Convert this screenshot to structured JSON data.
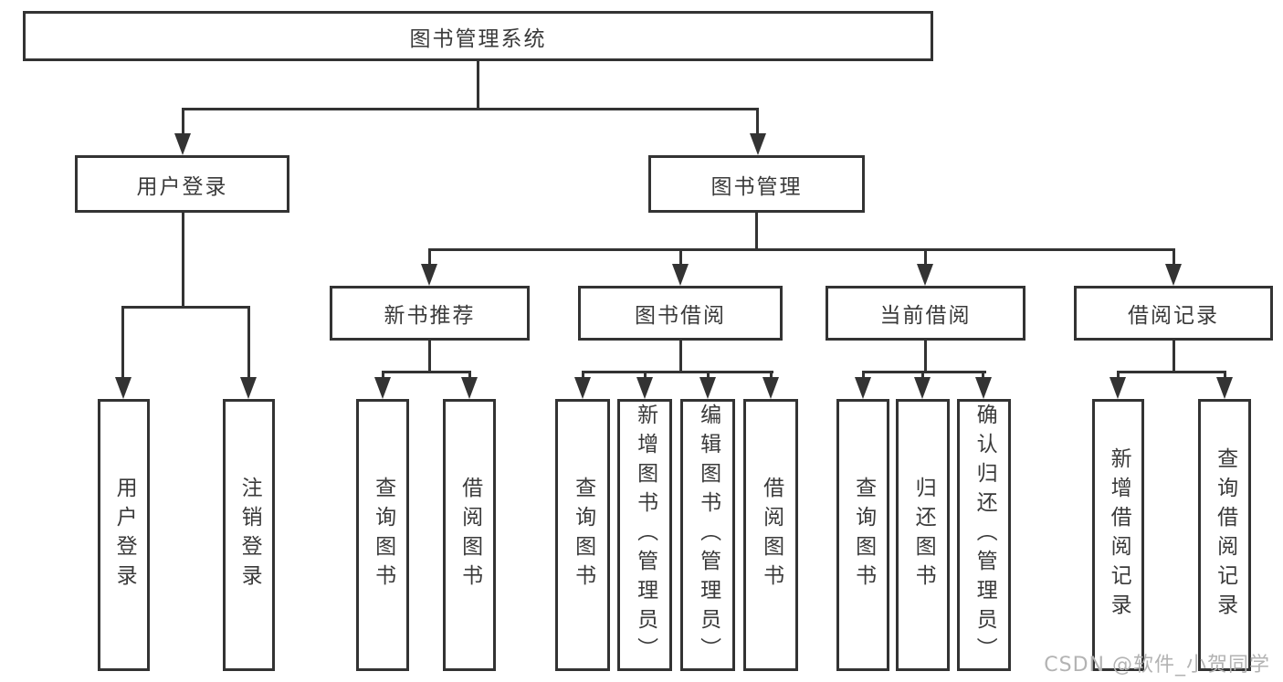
{
  "diagram": {
    "title": "图书管理系统",
    "level2": [
      {
        "label": "用户登录"
      },
      {
        "label": "图书管理"
      }
    ],
    "level3": [
      {
        "label": "新书推荐"
      },
      {
        "label": "图书借阅"
      },
      {
        "label": "当前借阅"
      },
      {
        "label": "借阅记录"
      }
    ],
    "leaves": [
      {
        "label": "用户登录"
      },
      {
        "label": "注销登录"
      },
      {
        "label": "查询图书"
      },
      {
        "label": "借阅图书"
      },
      {
        "label": "查询图书"
      },
      {
        "label": "新增图书（管理员）"
      },
      {
        "label": "编辑图书（管理员）"
      },
      {
        "label": "借阅图书"
      },
      {
        "label": "查询图书"
      },
      {
        "label": "归还图书"
      },
      {
        "label": "确认归还（管理员）"
      },
      {
        "label": "新增借阅记录"
      },
      {
        "label": "查询借阅记录"
      }
    ],
    "watermark": "CSDN @软件_小贺同学",
    "colors": {
      "line": "#333333",
      "text": "#3a3a3a",
      "background": "#ffffff",
      "watermark": "#b3b3b3"
    }
  }
}
